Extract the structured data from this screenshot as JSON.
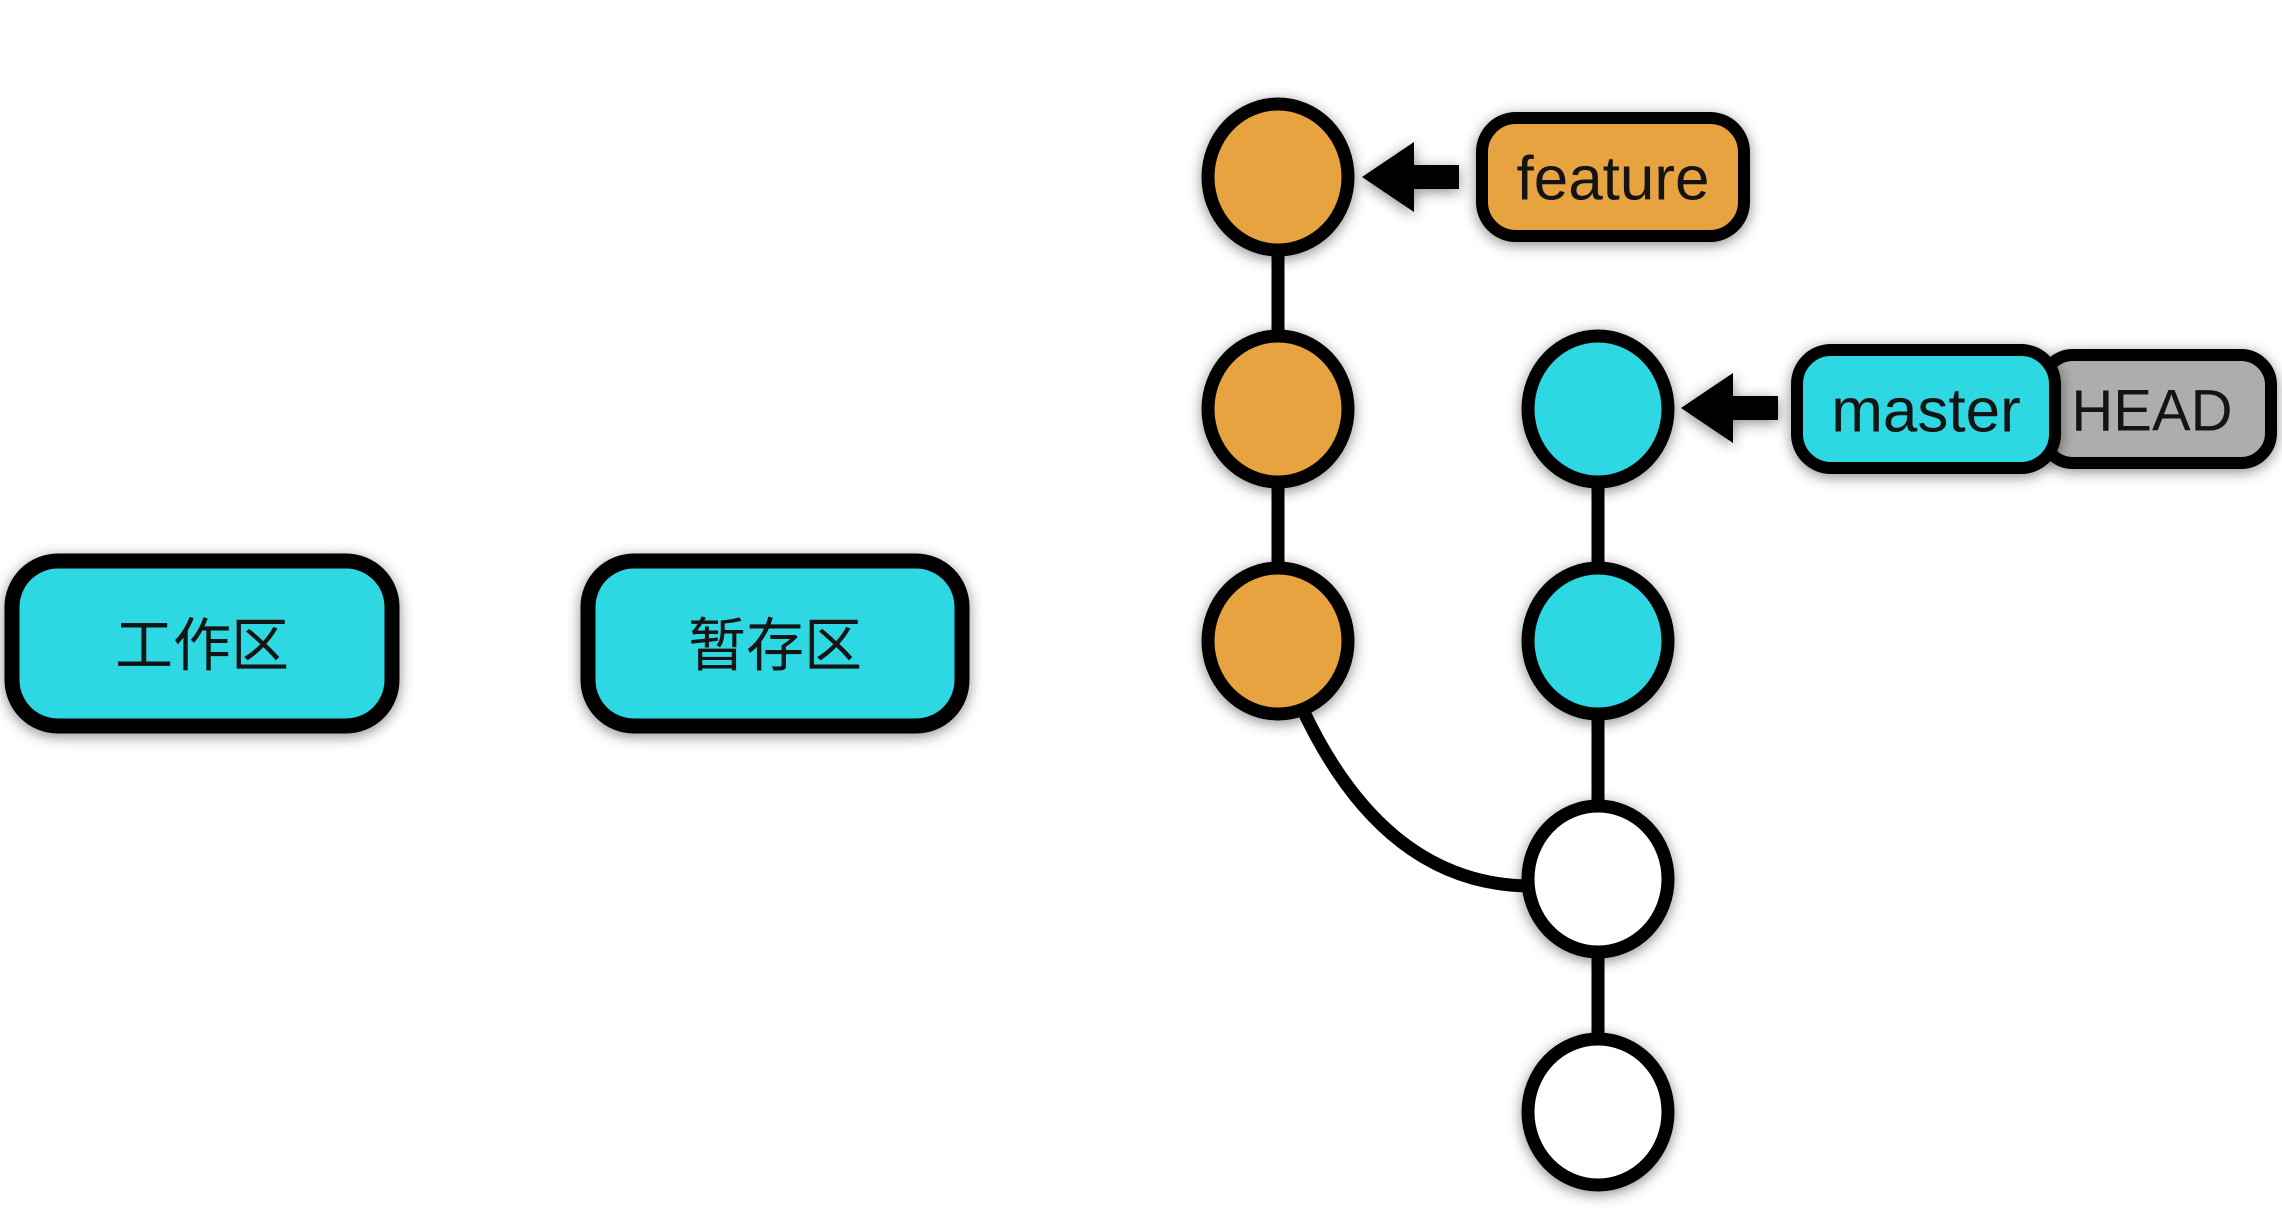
{
  "diagram_type": "git-branch-graph",
  "colors": {
    "background": "#FFFFFF",
    "feature_orange": "#E6A33F",
    "master_cyan": "#2ED8E2",
    "unreachable_white": "#FFFFFF",
    "head_gray": "#ACAEAB",
    "stroke_black": "#000000"
  },
  "labels": {
    "feature_branch": "feature",
    "master_branch": "master",
    "head": "HEAD",
    "working_area": "工作区",
    "staging_area": "暂存区"
  },
  "graph": {
    "branches": [
      {
        "name": "feature",
        "color": "#E6A33F",
        "commit_count": 3
      },
      {
        "name": "master",
        "color": "#2ED8E2",
        "commit_count": 2,
        "head": true
      }
    ],
    "shared_ancestor_commit_count": 2,
    "edges": [
      "feature-1 to feature-2",
      "feature-2 to feature-3",
      "master-1 to master-2",
      "master-2 to shared-1",
      "shared-1 to shared-2",
      "feature-3 merges-from shared-1 (curved edge)"
    ]
  }
}
